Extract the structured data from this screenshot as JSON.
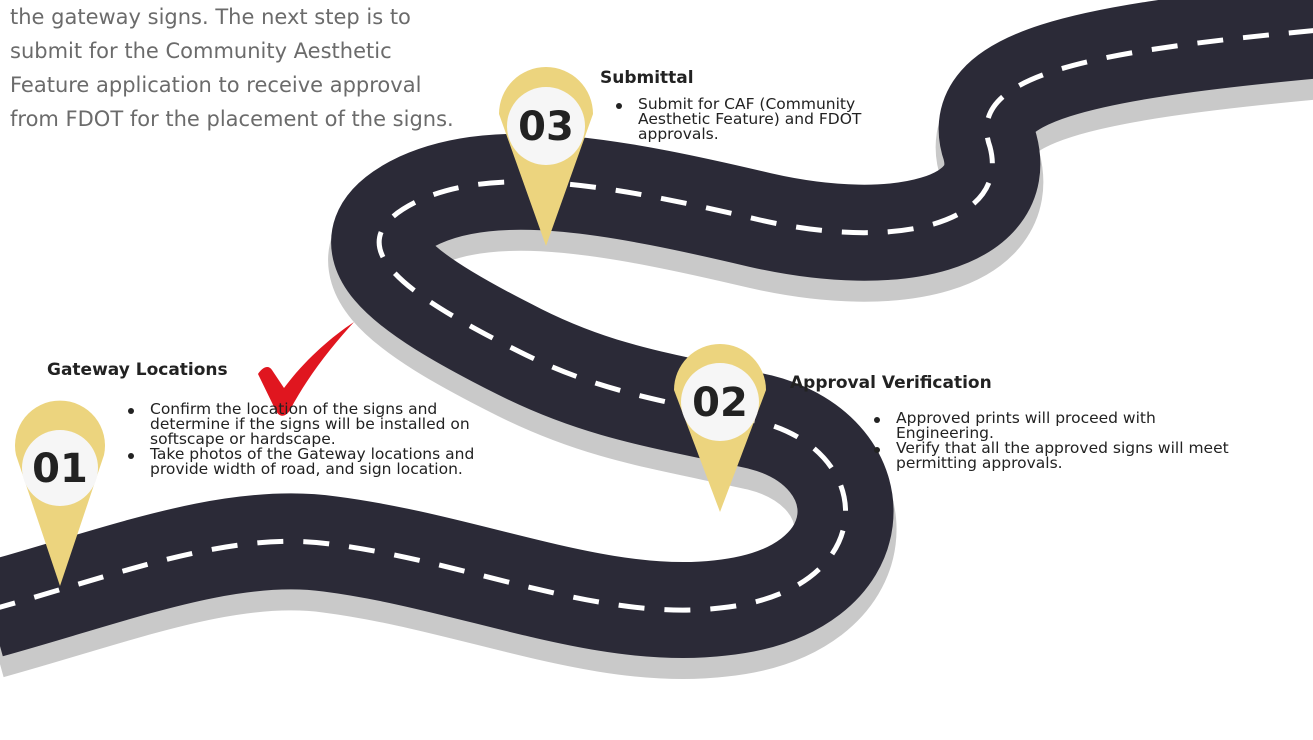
{
  "intro": {
    "lines": [
      "the gateway signs. The next step is to",
      "submit for the Community Aesthetic",
      "Feature application to receive approval",
      "from FDOT for the placement of the signs."
    ]
  },
  "steps": [
    {
      "number": "01",
      "title": "Gateway Locations",
      "bullets": [
        "Confirm the location of the signs and determine if the signs will be installed on softscape or hardscape.",
        "Take photos of the Gateway locations and provide width of road, and sign location."
      ]
    },
    {
      "number": "02",
      "title": "Approval Verification",
      "bullets": [
        "Approved prints will proceed with Engineering.",
        "Verify that all the approved signs will meet permitting approvals."
      ]
    },
    {
      "number": "03",
      "title": "Submittal",
      "bullets": [
        "Submit for CAF (Community Aesthetic Feature) and FDOT approvals."
      ]
    }
  ],
  "colors": {
    "road": "#2b2a37",
    "road_edge": "#cfcfcf",
    "dash": "#ffffff",
    "pin": "#ecd47e",
    "pin_inner": "#f6f6f6",
    "check": "#e0161f"
  },
  "icons": [
    "check-mark-icon",
    "map-pin-icon"
  ]
}
